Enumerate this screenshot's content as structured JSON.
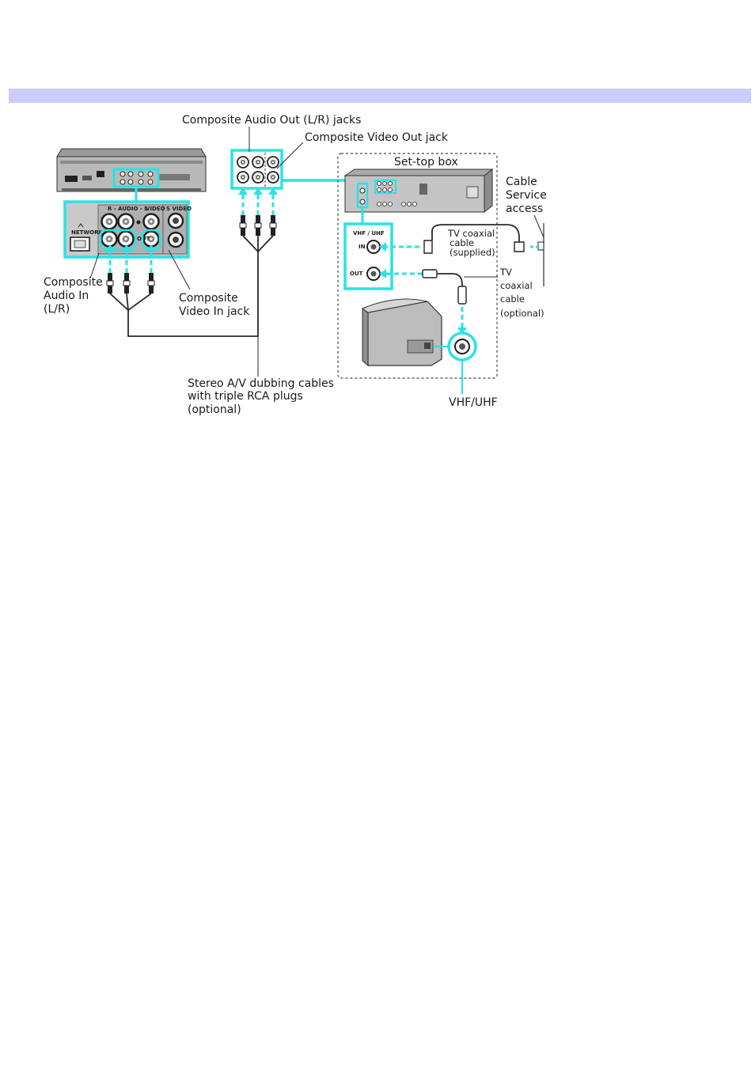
{
  "colors": {
    "header_band": "#ccccff",
    "accent": "#29e3e6",
    "device_gray": "#8c8c8c",
    "device_dark": "#3a3a3a",
    "line": "#2a2a2a"
  },
  "labels": {
    "composite_audio_out": "Composite Audio Out (L/R) jacks",
    "composite_video_out": "Composite Video Out jack",
    "set_top_box": "Set-top box",
    "cable_service_access": [
      "Cable",
      "Service",
      "access"
    ],
    "composite_audio_in": [
      "Composite",
      "Audio In",
      "(L/R)"
    ],
    "composite_video_in": [
      "Composite",
      "Video In jack"
    ],
    "tv_coax_supplied": [
      "TV coaxial",
      "cable",
      "(supplied)"
    ],
    "tv_coax_optional": [
      "TV",
      "coaxial",
      "cable",
      "(optional)"
    ],
    "dubbing_cables": [
      "Stereo A/V dubbing cables",
      "with triple RCA plugs",
      "(optional)"
    ],
    "vhf_uhf": "VHF/UHF",
    "panel_vhf_uhf": "VHF / UHF",
    "panel_in": "IN",
    "panel_out": "OUT",
    "panel_audio": "R - AUDIO - L",
    "panel_video": "VIDEO",
    "panel_svideo": "S VIDEO",
    "panel_network": "NETWORK"
  },
  "icons": [
    "vcr-device",
    "set-top-box-device",
    "television",
    "rca-plug",
    "coaxial-connector",
    "ethernet-port",
    "s-video-jack"
  ]
}
